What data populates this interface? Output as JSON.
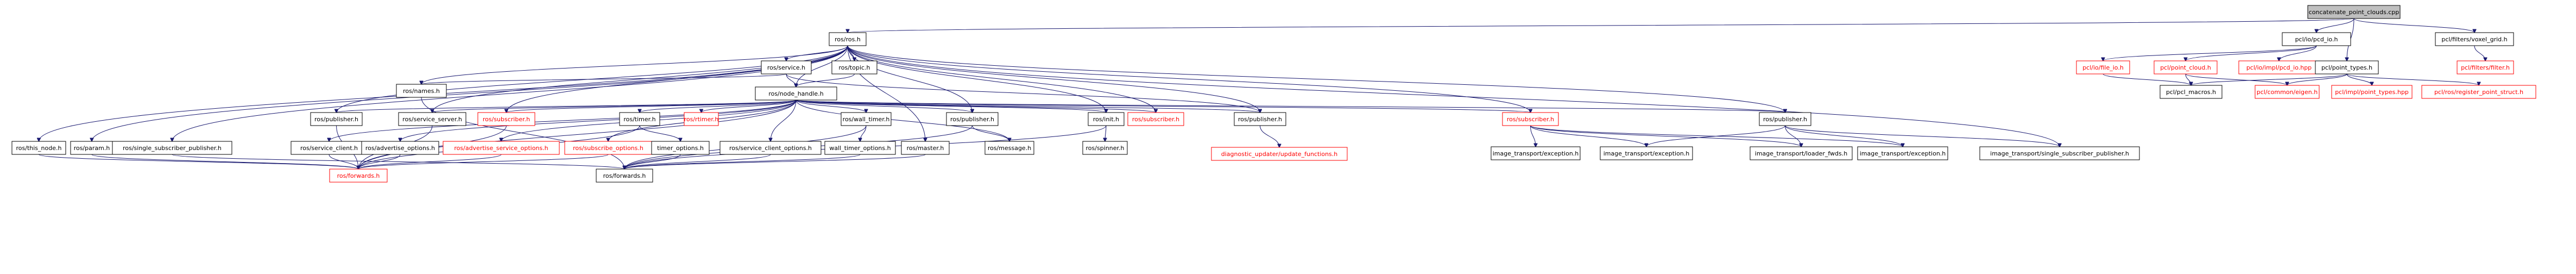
{
  "graph": {
    "colors": {
      "edge": "#191970",
      "missing": "#ff0000",
      "root_fill": "#bfbfbf",
      "node_border": "#000000"
    },
    "nodes": [
      {
        "id": "root",
        "label": "concatenate_point_clouds.cpp",
        "type": "root"
      },
      {
        "id": "ros_ros",
        "label": "ros/ros.h"
      },
      {
        "id": "pcl_io_pcd_io",
        "label": "pcl/io/pcd_io.h"
      },
      {
        "id": "pcl_filters_voxel_grid",
        "label": "pcl/filters/voxel_grid.h"
      },
      {
        "id": "ros_service",
        "label": "ros/service.h"
      },
      {
        "id": "ros_topic",
        "label": "ros/topic.h"
      },
      {
        "id": "ros_names",
        "label": "ros/names.h"
      },
      {
        "id": "ros_node_handle",
        "label": "ros/node_handle.h"
      },
      {
        "id": "ros_publisher_a",
        "label": "ros/publisher.h"
      },
      {
        "id": "ros_service_server",
        "label": "ros/service_server.h"
      },
      {
        "id": "ros_subscriber_a",
        "label": "ros/subscriber.h",
        "missing": true
      },
      {
        "id": "ros_timer",
        "label": "ros/timer.h"
      },
      {
        "id": "ros_rtimer",
        "label": "ros/rtimer.h",
        "missing": true
      },
      {
        "id": "ros_wall_timer",
        "label": "ros/wall_timer.h"
      },
      {
        "id": "ros_publisher_b",
        "label": "ros/publisher.h"
      },
      {
        "id": "ros_init",
        "label": "ros/init.h"
      },
      {
        "id": "ros_subscriber_b",
        "label": "ros/subscriber.h",
        "missing": true
      },
      {
        "id": "ros_publisher_c",
        "label": "ros/publisher.h"
      },
      {
        "id": "ros_subscriber_c",
        "label": "ros/subscriber.h",
        "missing": true
      },
      {
        "id": "ros_publisher_d",
        "label": "ros/publisher.h"
      },
      {
        "id": "ros_this_node",
        "label": "ros/this_node.h"
      },
      {
        "id": "ros_param",
        "label": "ros/param.h"
      },
      {
        "id": "ros_single_subscriber_publisher",
        "label": "ros/single_subscriber_publisher.h"
      },
      {
        "id": "ros_service_client",
        "label": "ros/service_client.h"
      },
      {
        "id": "ros_advertise_options",
        "label": "ros/advertise_options.h"
      },
      {
        "id": "ros_advertise_service_options",
        "label": "ros/advertise_service_options.h",
        "missing": true
      },
      {
        "id": "ros_subscribe_options",
        "label": "ros/subscribe_options.h",
        "missing": true
      },
      {
        "id": "ros_timer_options",
        "label": "timer_options.h"
      },
      {
        "id": "ros_service_client_options",
        "label": "ros/service_client_options.h"
      },
      {
        "id": "ros_wall_timer_options",
        "label": "wall_timer_options.h"
      },
      {
        "id": "ros_master",
        "label": "ros/master.h"
      },
      {
        "id": "ros_message",
        "label": "ros/message.h"
      },
      {
        "id": "ros_spinner",
        "label": "ros/spinner.h"
      },
      {
        "id": "ros_forwards_a",
        "label": "ros/forwards.h",
        "missing": true
      },
      {
        "id": "ros_forwards_b",
        "label": "ros/forwards.h"
      },
      {
        "id": "diagnostic_updater",
        "label": "diagnostic_updater/update_functions.h",
        "missing": true
      },
      {
        "id": "image_transport_exception_a",
        "label": "image_transport/exception.h"
      },
      {
        "id": "image_transport_exception_b",
        "label": "image_transport/exception.h"
      },
      {
        "id": "image_transport_loader_fwds",
        "label": "image_transport/loader_fwds.h"
      },
      {
        "id": "image_transport_exception_c",
        "label": "image_transport/exception.h"
      },
      {
        "id": "image_transport_single_subscriber_publisher",
        "label": "image_transport/single_subscriber_publisher.h"
      },
      {
        "id": "pcl_io_file_io",
        "label": "pcl/io/file_io.h",
        "missing": true
      },
      {
        "id": "pcl_point_cloud",
        "label": "pcl/point_cloud.h",
        "missing": true
      },
      {
        "id": "pcl_io_impl_pcd_io",
        "label": "pcl/io/impl/pcd_io.hpp",
        "missing": true
      },
      {
        "id": "pcl_point_types",
        "label": "pcl/point_types.h"
      },
      {
        "id": "pcl_filters_filter",
        "label": "pcl/filters/filter.h",
        "missing": true
      },
      {
        "id": "pcl_pcl_macros",
        "label": "pcl/pcl_macros.h"
      },
      {
        "id": "pcl_common_eigen",
        "label": "pcl/common/eigen.h",
        "missing": true
      },
      {
        "id": "pcl_impl_point_types",
        "label": "pcl/impl/point_types.hpp",
        "missing": true
      },
      {
        "id": "pcl_ros_register_point_struct",
        "label": "pcl/ros/register_point_struct.h",
        "missing": true
      }
    ]
  }
}
